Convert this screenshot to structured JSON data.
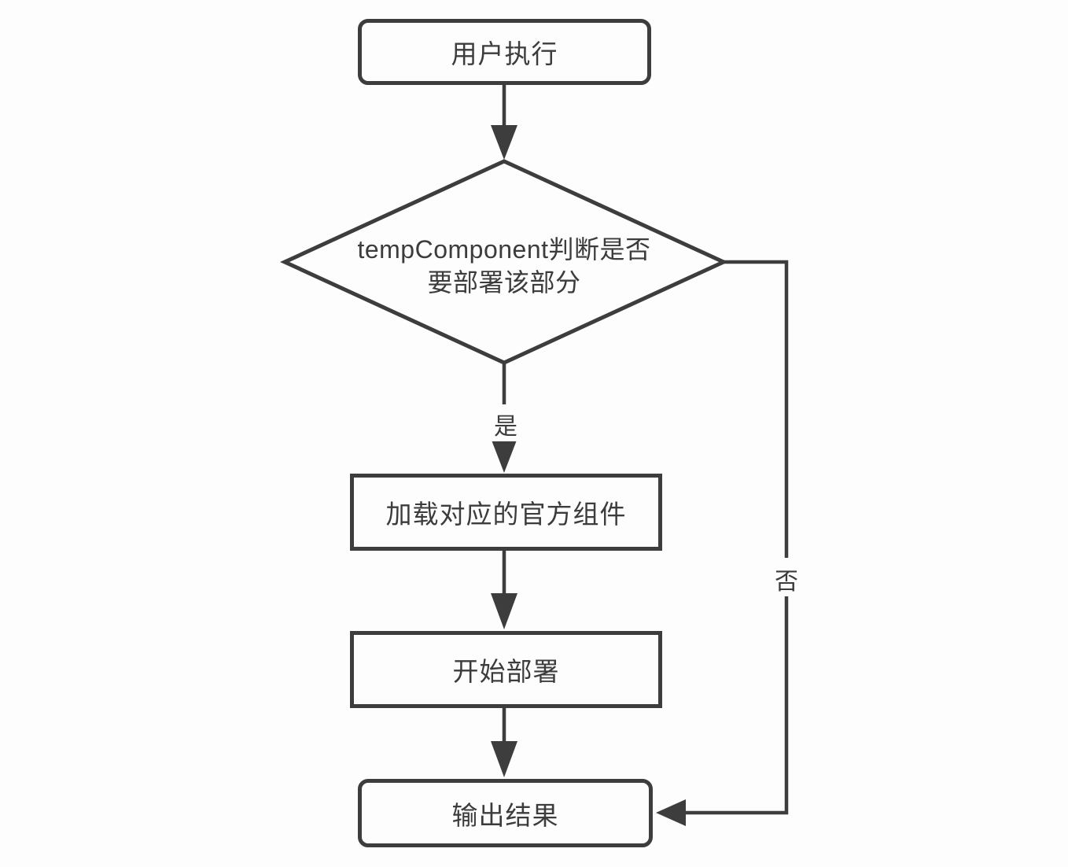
{
  "flowchart": {
    "nodes": {
      "start": {
        "label": "用户执行"
      },
      "decision": {
        "label": "tempComponent判断是否\n要部署该部分"
      },
      "load": {
        "label": "加载对应的官方组件"
      },
      "deploy": {
        "label": "开始部署"
      },
      "output": {
        "label": "输出结果"
      }
    },
    "edge_labels": {
      "yes": "是",
      "no": "否"
    }
  },
  "colors": {
    "stroke": "#3d3d3d",
    "text": "#3c3c3c",
    "bg": "#fdfdfd"
  }
}
